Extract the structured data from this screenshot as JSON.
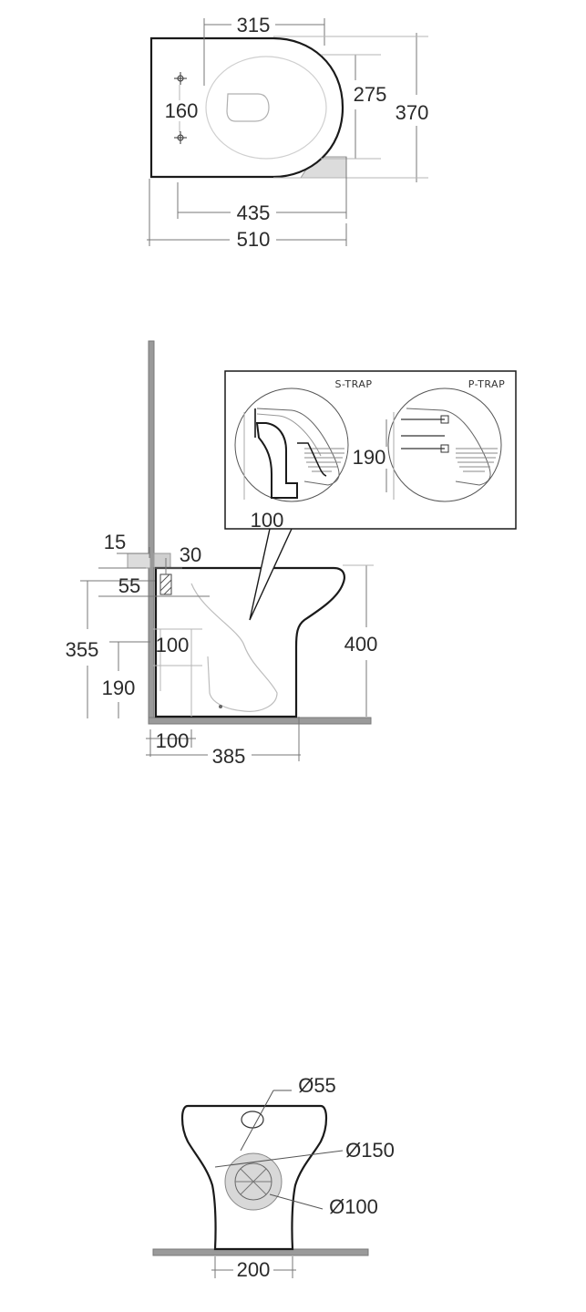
{
  "top_view": {
    "dims": [
      "315",
      "275",
      "370",
      "160",
      "435",
      "510"
    ]
  },
  "side_view": {
    "dims": [
      "15",
      "30",
      "55",
      "355",
      "100",
      "190",
      "400",
      "100",
      "385"
    ],
    "inset": {
      "s_trap_label": "S-TRAP",
      "p_trap_label": "P-TRAP",
      "dim_190": "190",
      "dim_100": "100"
    }
  },
  "front_view": {
    "dims": [
      "Ø55",
      "Ø150",
      "Ø100",
      "200"
    ]
  }
}
